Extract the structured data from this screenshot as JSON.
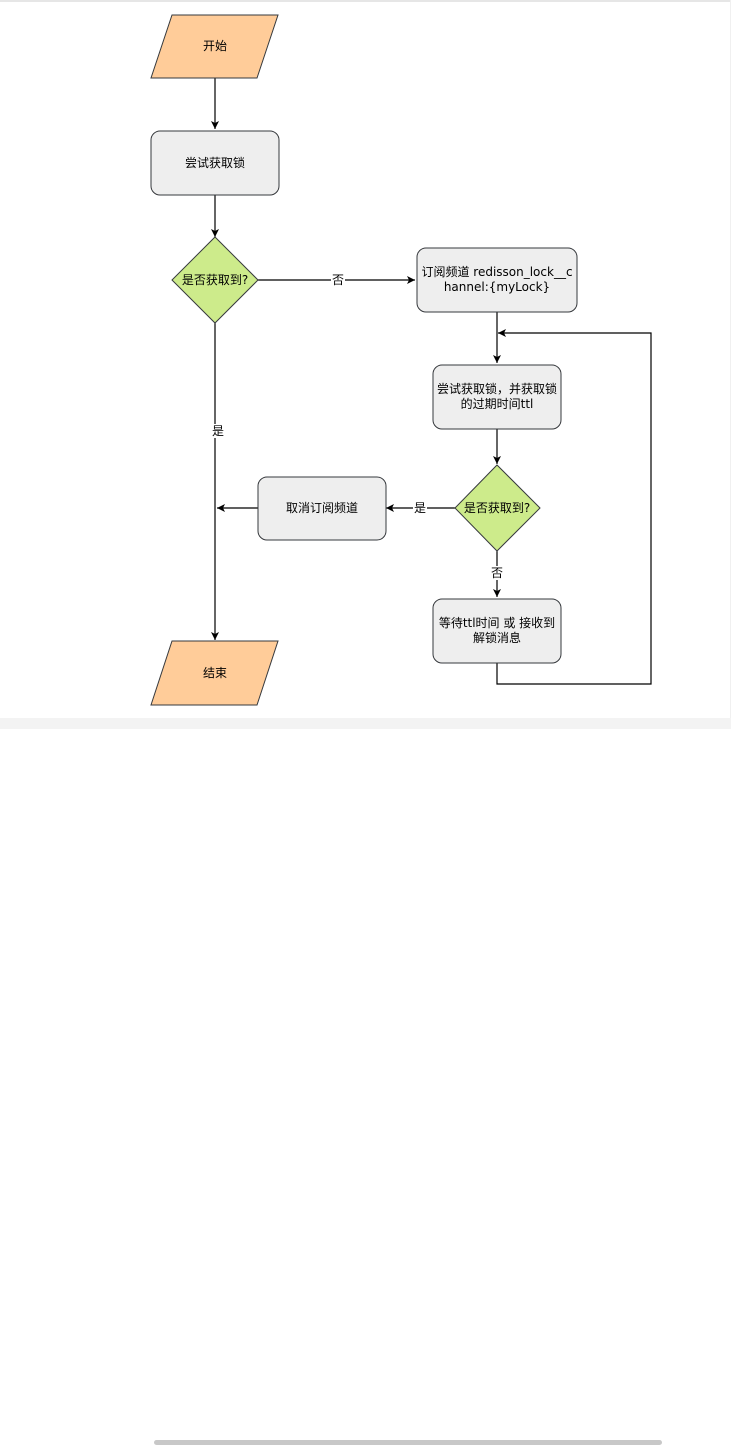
{
  "colors": {
    "terminal_fill": "#ffcc99",
    "process_fill": "#eeeeee",
    "decision_fill": "#cdeb8b",
    "stroke": "#36393d"
  },
  "nodes": {
    "start": "开始",
    "try_lock": "尝试获取锁",
    "decision_1": "是否获取到?",
    "subscribe": "订阅频道 redisson_lock__channel:{myLock}",
    "try_lock_ttl": "尝试获取锁，并获取锁的过期时间ttl",
    "decision_2": "是否获取到?",
    "unsubscribe": "取消订阅频道",
    "wait": "等待ttl时间 或 接收到解锁消息",
    "end": "结束"
  },
  "edges": {
    "no_1": "否",
    "yes_1": "是",
    "yes_2": "是",
    "no_2": "否"
  }
}
